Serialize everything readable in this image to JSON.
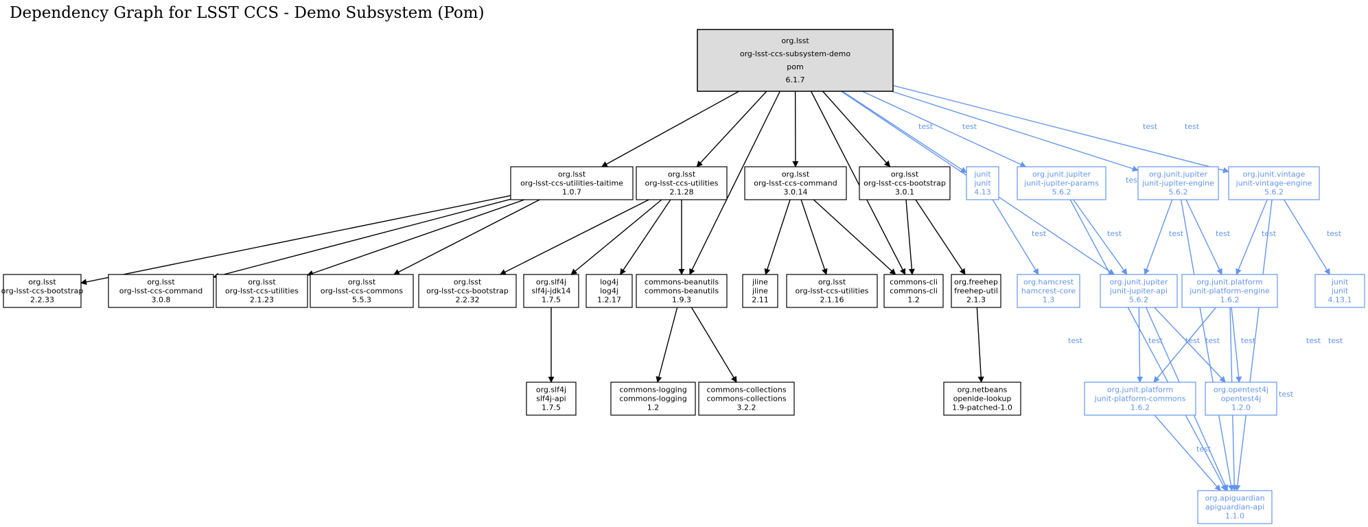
{
  "title": "Dependency Graph for LSST CCS - Demo Subsystem (Pom)",
  "colors": {
    "compile": "#000000",
    "test": "#6495ED",
    "root_fill": "#dcdcdc"
  },
  "nodes": [
    {
      "id": "root",
      "lines": [
        "org.lsst",
        "org-lsst-ccs-subsystem-demo",
        "pom",
        "6.1.7"
      ],
      "kind": "root"
    },
    {
      "id": "utaitime",
      "lines": [
        "org.lsst",
        "org-lsst-ccs-utilities-taitime",
        "1.0.7"
      ],
      "kind": "compile"
    },
    {
      "id": "util228",
      "lines": [
        "org.lsst",
        "org-lsst-ccs-utilities",
        "2.1.28"
      ],
      "kind": "compile"
    },
    {
      "id": "cmd3014",
      "lines": [
        "org.lsst",
        "org-lsst-ccs-command",
        "3.0.14"
      ],
      "kind": "compile"
    },
    {
      "id": "boot301",
      "lines": [
        "org.lsst",
        "org-lsst-ccs-bootstrap",
        "3.0.1"
      ],
      "kind": "compile"
    },
    {
      "id": "junit413",
      "lines": [
        "junit",
        "junit",
        "4.13"
      ],
      "kind": "test"
    },
    {
      "id": "jparams",
      "lines": [
        "org.junit.jupiter",
        "junit-jupiter-params",
        "5.6.2"
      ],
      "kind": "test"
    },
    {
      "id": "jengine",
      "lines": [
        "org.junit.jupiter",
        "junit-jupiter-engine",
        "5.6.2"
      ],
      "kind": "test"
    },
    {
      "id": "vintage",
      "lines": [
        "org.junit.vintage",
        "junit-vintage-engine",
        "5.6.2"
      ],
      "kind": "test"
    },
    {
      "id": "boot2233",
      "lines": [
        "org.lsst",
        "org-lsst-ccs-bootstrap",
        "2.2.33"
      ],
      "kind": "compile"
    },
    {
      "id": "cmd308",
      "lines": [
        "org.lsst",
        "org-lsst-ccs-command",
        "3.0.8"
      ],
      "kind": "compile"
    },
    {
      "id": "util2123",
      "lines": [
        "org.lsst",
        "org-lsst-ccs-utilities",
        "2.1.23"
      ],
      "kind": "compile"
    },
    {
      "id": "commons553",
      "lines": [
        "org.lsst",
        "org-lsst-ccs-commons",
        "5.5.3"
      ],
      "kind": "compile"
    },
    {
      "id": "boot2232",
      "lines": [
        "org.lsst",
        "org-lsst-ccs-bootstrap",
        "2.2.32"
      ],
      "kind": "compile"
    },
    {
      "id": "slf4jjdk",
      "lines": [
        "org.slf4j",
        "slf4j-jdk14",
        "1.7.5"
      ],
      "kind": "compile"
    },
    {
      "id": "log4j",
      "lines": [
        "log4j",
        "log4j",
        "1.2.17"
      ],
      "kind": "compile"
    },
    {
      "id": "beanutils",
      "lines": [
        "commons-beanutils",
        "commons-beanutils",
        "1.9.3"
      ],
      "kind": "compile"
    },
    {
      "id": "jline",
      "lines": [
        "jline",
        "jline",
        "2.11"
      ],
      "kind": "compile"
    },
    {
      "id": "util2116",
      "lines": [
        "org.lsst",
        "org-lsst-ccs-utilities",
        "2.1.16"
      ],
      "kind": "compile"
    },
    {
      "id": "cli",
      "lines": [
        "commons-cli",
        "commons-cli",
        "1.2"
      ],
      "kind": "compile"
    },
    {
      "id": "freehep",
      "lines": [
        "org.freehep",
        "freehep-util",
        "2.1.3"
      ],
      "kind": "compile"
    },
    {
      "id": "hamcrest",
      "lines": [
        "org.hamcrest",
        "hamcrest-core",
        "1.3"
      ],
      "kind": "test"
    },
    {
      "id": "japi",
      "lines": [
        "org.junit.jupiter",
        "junit-jupiter-api",
        "5.6.2"
      ],
      "kind": "test"
    },
    {
      "id": "pengine",
      "lines": [
        "org.junit.platform",
        "junit-platform-engine",
        "1.6.2"
      ],
      "kind": "test"
    },
    {
      "id": "junit4131",
      "lines": [
        "junit",
        "junit",
        "4.13.1"
      ],
      "kind": "test"
    },
    {
      "id": "slf4japi",
      "lines": [
        "org.slf4j",
        "slf4j-api",
        "1.7.5"
      ],
      "kind": "compile"
    },
    {
      "id": "clogging",
      "lines": [
        "commons-logging",
        "commons-logging",
        "1.2"
      ],
      "kind": "compile"
    },
    {
      "id": "ccollections",
      "lines": [
        "commons-collections",
        "commons-collections",
        "3.2.2"
      ],
      "kind": "compile"
    },
    {
      "id": "openide",
      "lines": [
        "org.netbeans",
        "openide-lookup",
        "1.9-patched-1.0"
      ],
      "kind": "compile"
    },
    {
      "id": "pcommons",
      "lines": [
        "org.junit.platform",
        "junit-platform-commons",
        "1.6.2"
      ],
      "kind": "test"
    },
    {
      "id": "opentest4j",
      "lines": [
        "org.opentest4j",
        "opentest4j",
        "1.2.0"
      ],
      "kind": "test"
    },
    {
      "id": "apiguardian",
      "lines": [
        "org.apiguardian",
        "apiguardian-api",
        "1.1.0"
      ],
      "kind": "test"
    }
  ],
  "edges": [
    {
      "from": "root",
      "to": "utaitime",
      "kind": "compile",
      "label": ""
    },
    {
      "from": "root",
      "to": "util228",
      "kind": "compile",
      "label": ""
    },
    {
      "from": "root",
      "to": "beanutils",
      "kind": "compile",
      "label": ""
    },
    {
      "from": "root",
      "to": "cmd3014",
      "kind": "compile",
      "label": ""
    },
    {
      "from": "root",
      "to": "cli",
      "kind": "compile",
      "label": ""
    },
    {
      "from": "root",
      "to": "boot301",
      "kind": "compile",
      "label": ""
    },
    {
      "from": "root",
      "to": "junit413",
      "kind": "test",
      "label": "test"
    },
    {
      "from": "root",
      "to": "jparams",
      "kind": "test",
      "label": "test"
    },
    {
      "from": "root",
      "to": "japi",
      "kind": "test",
      "label": "test"
    },
    {
      "from": "root",
      "to": "jengine",
      "kind": "test",
      "label": "test"
    },
    {
      "from": "root",
      "to": "vintage",
      "kind": "test",
      "label": "test"
    },
    {
      "from": "utaitime",
      "to": "boot2233",
      "kind": "compile",
      "label": ""
    },
    {
      "from": "utaitime",
      "to": "cmd308",
      "kind": "compile",
      "label": ""
    },
    {
      "from": "utaitime",
      "to": "util2123",
      "kind": "compile",
      "label": ""
    },
    {
      "from": "utaitime",
      "to": "commons553",
      "kind": "compile",
      "label": ""
    },
    {
      "from": "util228",
      "to": "boot2232",
      "kind": "compile",
      "label": ""
    },
    {
      "from": "util228",
      "to": "slf4jjdk",
      "kind": "compile",
      "label": ""
    },
    {
      "from": "util228",
      "to": "log4j",
      "kind": "compile",
      "label": ""
    },
    {
      "from": "util228",
      "to": "beanutils",
      "kind": "compile",
      "label": ""
    },
    {
      "from": "cmd3014",
      "to": "jline",
      "kind": "compile",
      "label": ""
    },
    {
      "from": "cmd3014",
      "to": "util2116",
      "kind": "compile",
      "label": ""
    },
    {
      "from": "cmd3014",
      "to": "cli",
      "kind": "compile",
      "label": ""
    },
    {
      "from": "boot301",
      "to": "cli",
      "kind": "compile",
      "label": ""
    },
    {
      "from": "boot301",
      "to": "freehep",
      "kind": "compile",
      "label": ""
    },
    {
      "from": "slf4jjdk",
      "to": "slf4japi",
      "kind": "compile",
      "label": ""
    },
    {
      "from": "beanutils",
      "to": "clogging",
      "kind": "compile",
      "label": ""
    },
    {
      "from": "beanutils",
      "to": "ccollections",
      "kind": "compile",
      "label": ""
    },
    {
      "from": "freehep",
      "to": "openide",
      "kind": "compile",
      "label": ""
    },
    {
      "from": "junit413",
      "to": "hamcrest",
      "kind": "test",
      "label": "test"
    },
    {
      "from": "jparams",
      "to": "japi",
      "kind": "test",
      "label": "test"
    },
    {
      "from": "jparams",
      "to": "apiguardian",
      "kind": "test",
      "label": "test"
    },
    {
      "from": "jengine",
      "to": "japi",
      "kind": "test",
      "label": "test"
    },
    {
      "from": "jengine",
      "to": "pengine",
      "kind": "test",
      "label": "test"
    },
    {
      "from": "jengine",
      "to": "apiguardian",
      "kind": "test",
      "label": "test"
    },
    {
      "from": "vintage",
      "to": "pengine",
      "kind": "test",
      "label": "test"
    },
    {
      "from": "vintage",
      "to": "junit4131",
      "kind": "test",
      "label": "test"
    },
    {
      "from": "vintage",
      "to": "apiguardian",
      "kind": "test",
      "label": "test"
    },
    {
      "from": "japi",
      "to": "pcommons",
      "kind": "test",
      "label": "test"
    },
    {
      "from": "japi",
      "to": "opentest4j",
      "kind": "test",
      "label": "test"
    },
    {
      "from": "japi",
      "to": "apiguardian",
      "kind": "test",
      "label": "test"
    },
    {
      "from": "pengine",
      "to": "pcommons",
      "kind": "test",
      "label": "test"
    },
    {
      "from": "pengine",
      "to": "opentest4j",
      "kind": "test",
      "label": "test"
    },
    {
      "from": "pengine",
      "to": "apiguardian",
      "kind": "test",
      "label": "test"
    },
    {
      "from": "pcommons",
      "to": "apiguardian",
      "kind": "test",
      "label": "test"
    }
  ]
}
